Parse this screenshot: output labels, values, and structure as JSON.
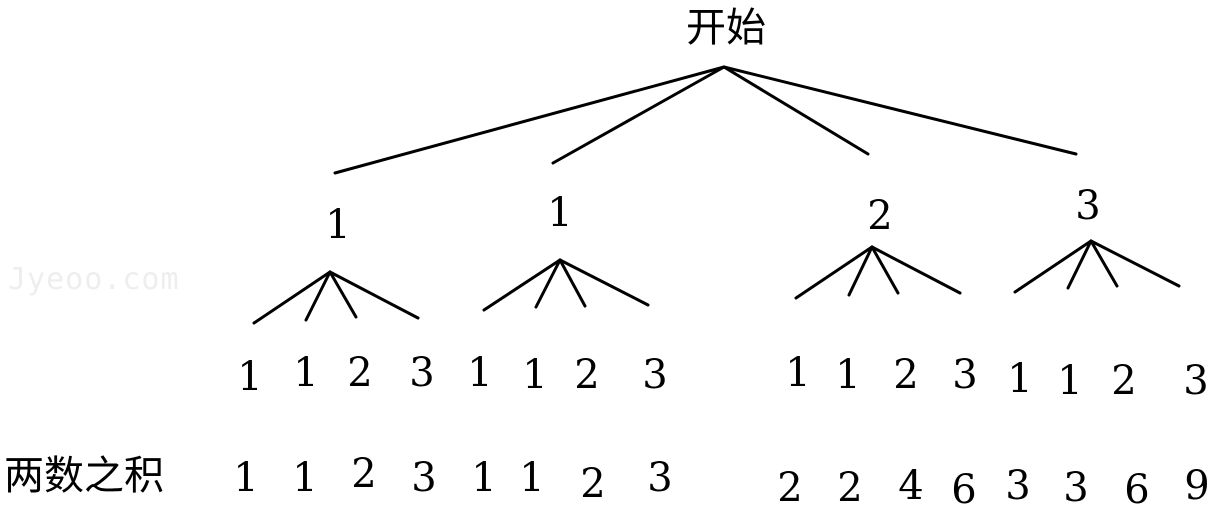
{
  "root": {
    "label": "开始"
  },
  "first_draw": [
    "1",
    "1",
    "2",
    "3"
  ],
  "second_draw": [
    [
      "1",
      "1",
      "2",
      "3"
    ],
    [
      "1",
      "1",
      "2",
      "3"
    ],
    [
      "1",
      "1",
      "2",
      "3"
    ],
    [
      "1",
      "1",
      "2",
      "3"
    ]
  ],
  "products": {
    "row_label": "两数之积",
    "values": [
      "1",
      "1",
      "2",
      "3",
      "1",
      "1",
      "2",
      "3",
      "2",
      "2",
      "4",
      "6",
      "3",
      "3",
      "6",
      "9"
    ]
  },
  "watermark": "Jyeoo.com"
}
